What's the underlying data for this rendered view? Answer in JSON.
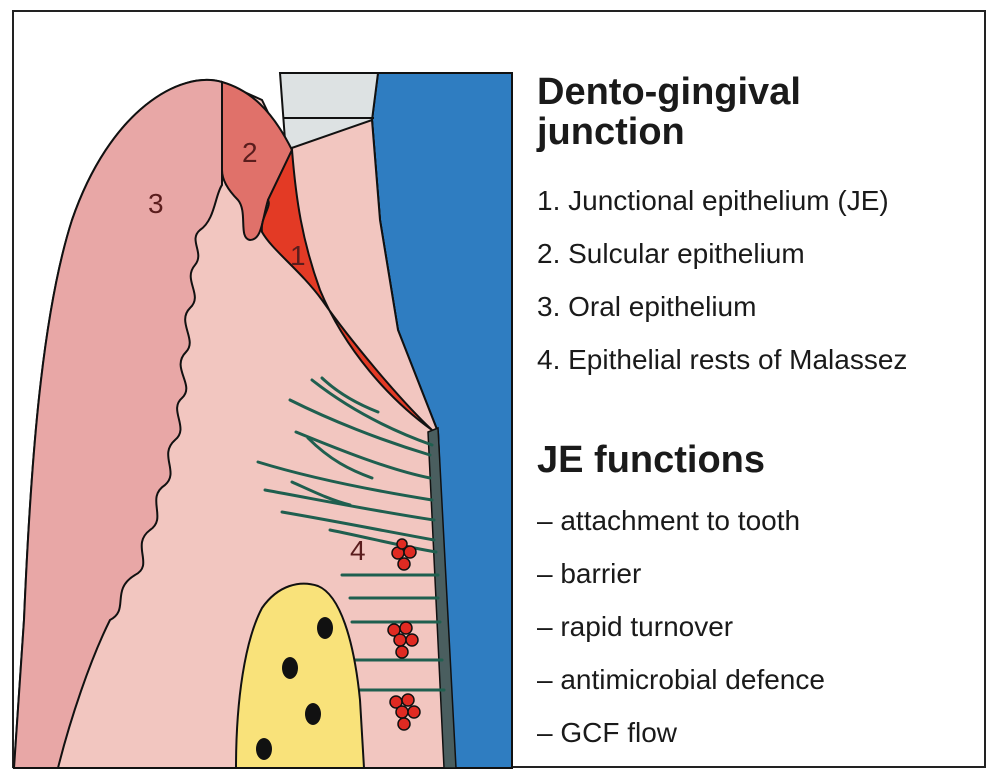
{
  "heading1": "Dento-gingival\njunction",
  "heading1_line1": "Dento-gingival",
  "heading1_line2": "junction",
  "items": [
    "1. Junctional epithelium (JE)",
    "2. Sulcular epithelium",
    "3. Oral epithelium",
    "4. Epithelial rests of Malassez"
  ],
  "heading2": "JE functions",
  "functions": [
    "– attachment to tooth",
    "– barrier",
    "– rapid turnover",
    "– antimicrobial defence",
    "– GCF flow"
  ],
  "labels": {
    "n1": "1",
    "n2": "2",
    "n3": "3",
    "n4": "4"
  },
  "colors": {
    "tooth_blue": "#2f7dc1",
    "enamel_gray": "#dde2e3",
    "connective_pink": "#f2c6c0",
    "oral_epithelium": "#e8a7a6",
    "sulcular": "#e0716a",
    "junctional": "#e33a25",
    "bone_yellow": "#f9e27a",
    "fibers_green": "#1f5f4f",
    "cementum": "#4a5e5f",
    "malassez_red": "#e02a22"
  }
}
